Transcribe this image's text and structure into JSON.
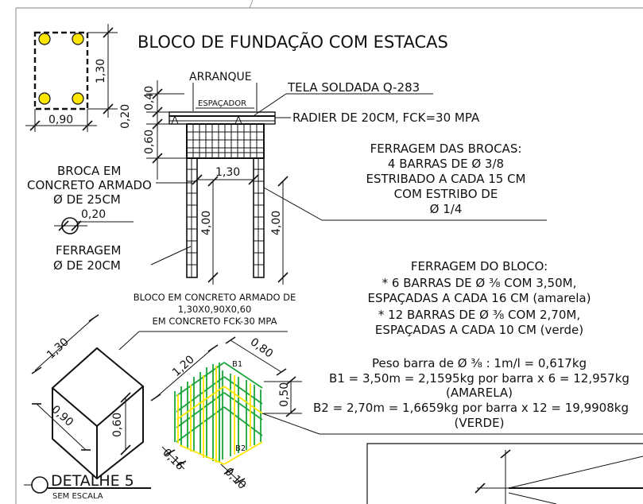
{
  "title": "BLOCO DE FUNDAÇÃO COM ESTACAS",
  "plan": {
    "dim_height": "1,30",
    "dim_width": "0,90"
  },
  "section": {
    "label_arranque": "ARRANQUE",
    "label_espacador": "ESPAÇADOR",
    "label_tela": "TELA SOLDADA Q-283",
    "label_radier": "RADIER DE 20CM, FCK=30 MPA",
    "dim_040": "0,40",
    "dim_020": "0,20",
    "dim_060": "0,60",
    "dim_130": "1,30",
    "dim_400_left": "4,00",
    "dim_400_right": "4,00"
  },
  "broca": {
    "l1": "BROCA EM",
    "l2": "CONCRETO ARMADO",
    "l3": "Ø DE 25CM",
    "dim": "0,20",
    "f1": "FERRAGEM",
    "f2": "Ø DE 20CM"
  },
  "ferragem_brocas": [
    "FERRAGEM DAS BROCAS:",
    "4 BARRAS DE  Ø 3/8",
    "ESTRIBADO A CADA 15 CM",
    "COM ESTRIBO DE",
    "Ø 1/4"
  ],
  "ferragem_bloco": {
    "title": "FERRAGEM DO BLOCO:",
    "l1": "* 6 BARRAS DE  Ø ³⁄₈  COM 3,50M,",
    "l2": "ESPAÇADAS A CADA 16 CM (amarela)",
    "l3": "* 12 BARRAS DE  Ø ³⁄₈  COM 2,70M,",
    "l4": "ESPAÇADAS A CADA 10 CM (verde)"
  },
  "peso": {
    "l1": "Peso barra de Ø ³⁄₈ : 1m/l = 0,617kg",
    "l2": "B1 = 3,50m = 2,1595kg por barra x 6 = 12,957kg",
    "l3": "(AMARELA)",
    "l4": "B2 = 2,70m = 1,6659kg por barra x 12 = 19,9908kg",
    "l5": "(VERDE)"
  },
  "bloco_label": [
    "BLOCO EM CONCRETO ARMADO DE",
    "1,30X0,90X0,60",
    "EM CONCRETO FCK-30 MPA"
  ],
  "iso": {
    "dim_130": "1,30",
    "dim_090": "0,90",
    "dim_060": "0,60"
  },
  "cage": {
    "dim_120": "1,20",
    "dim_080": "0,80",
    "dim_050": "0,50",
    "dim_016": "0,16",
    "dim_010": "0,10",
    "b1": "B1",
    "b2": "B2"
  },
  "detail": {
    "title": "DETALHE 5",
    "sub": "SEM ESCALA"
  },
  "colors": {
    "yellow": "#ffe600",
    "green": "#1aa53a",
    "line": "#111111",
    "frame": "#9a9a9a"
  }
}
